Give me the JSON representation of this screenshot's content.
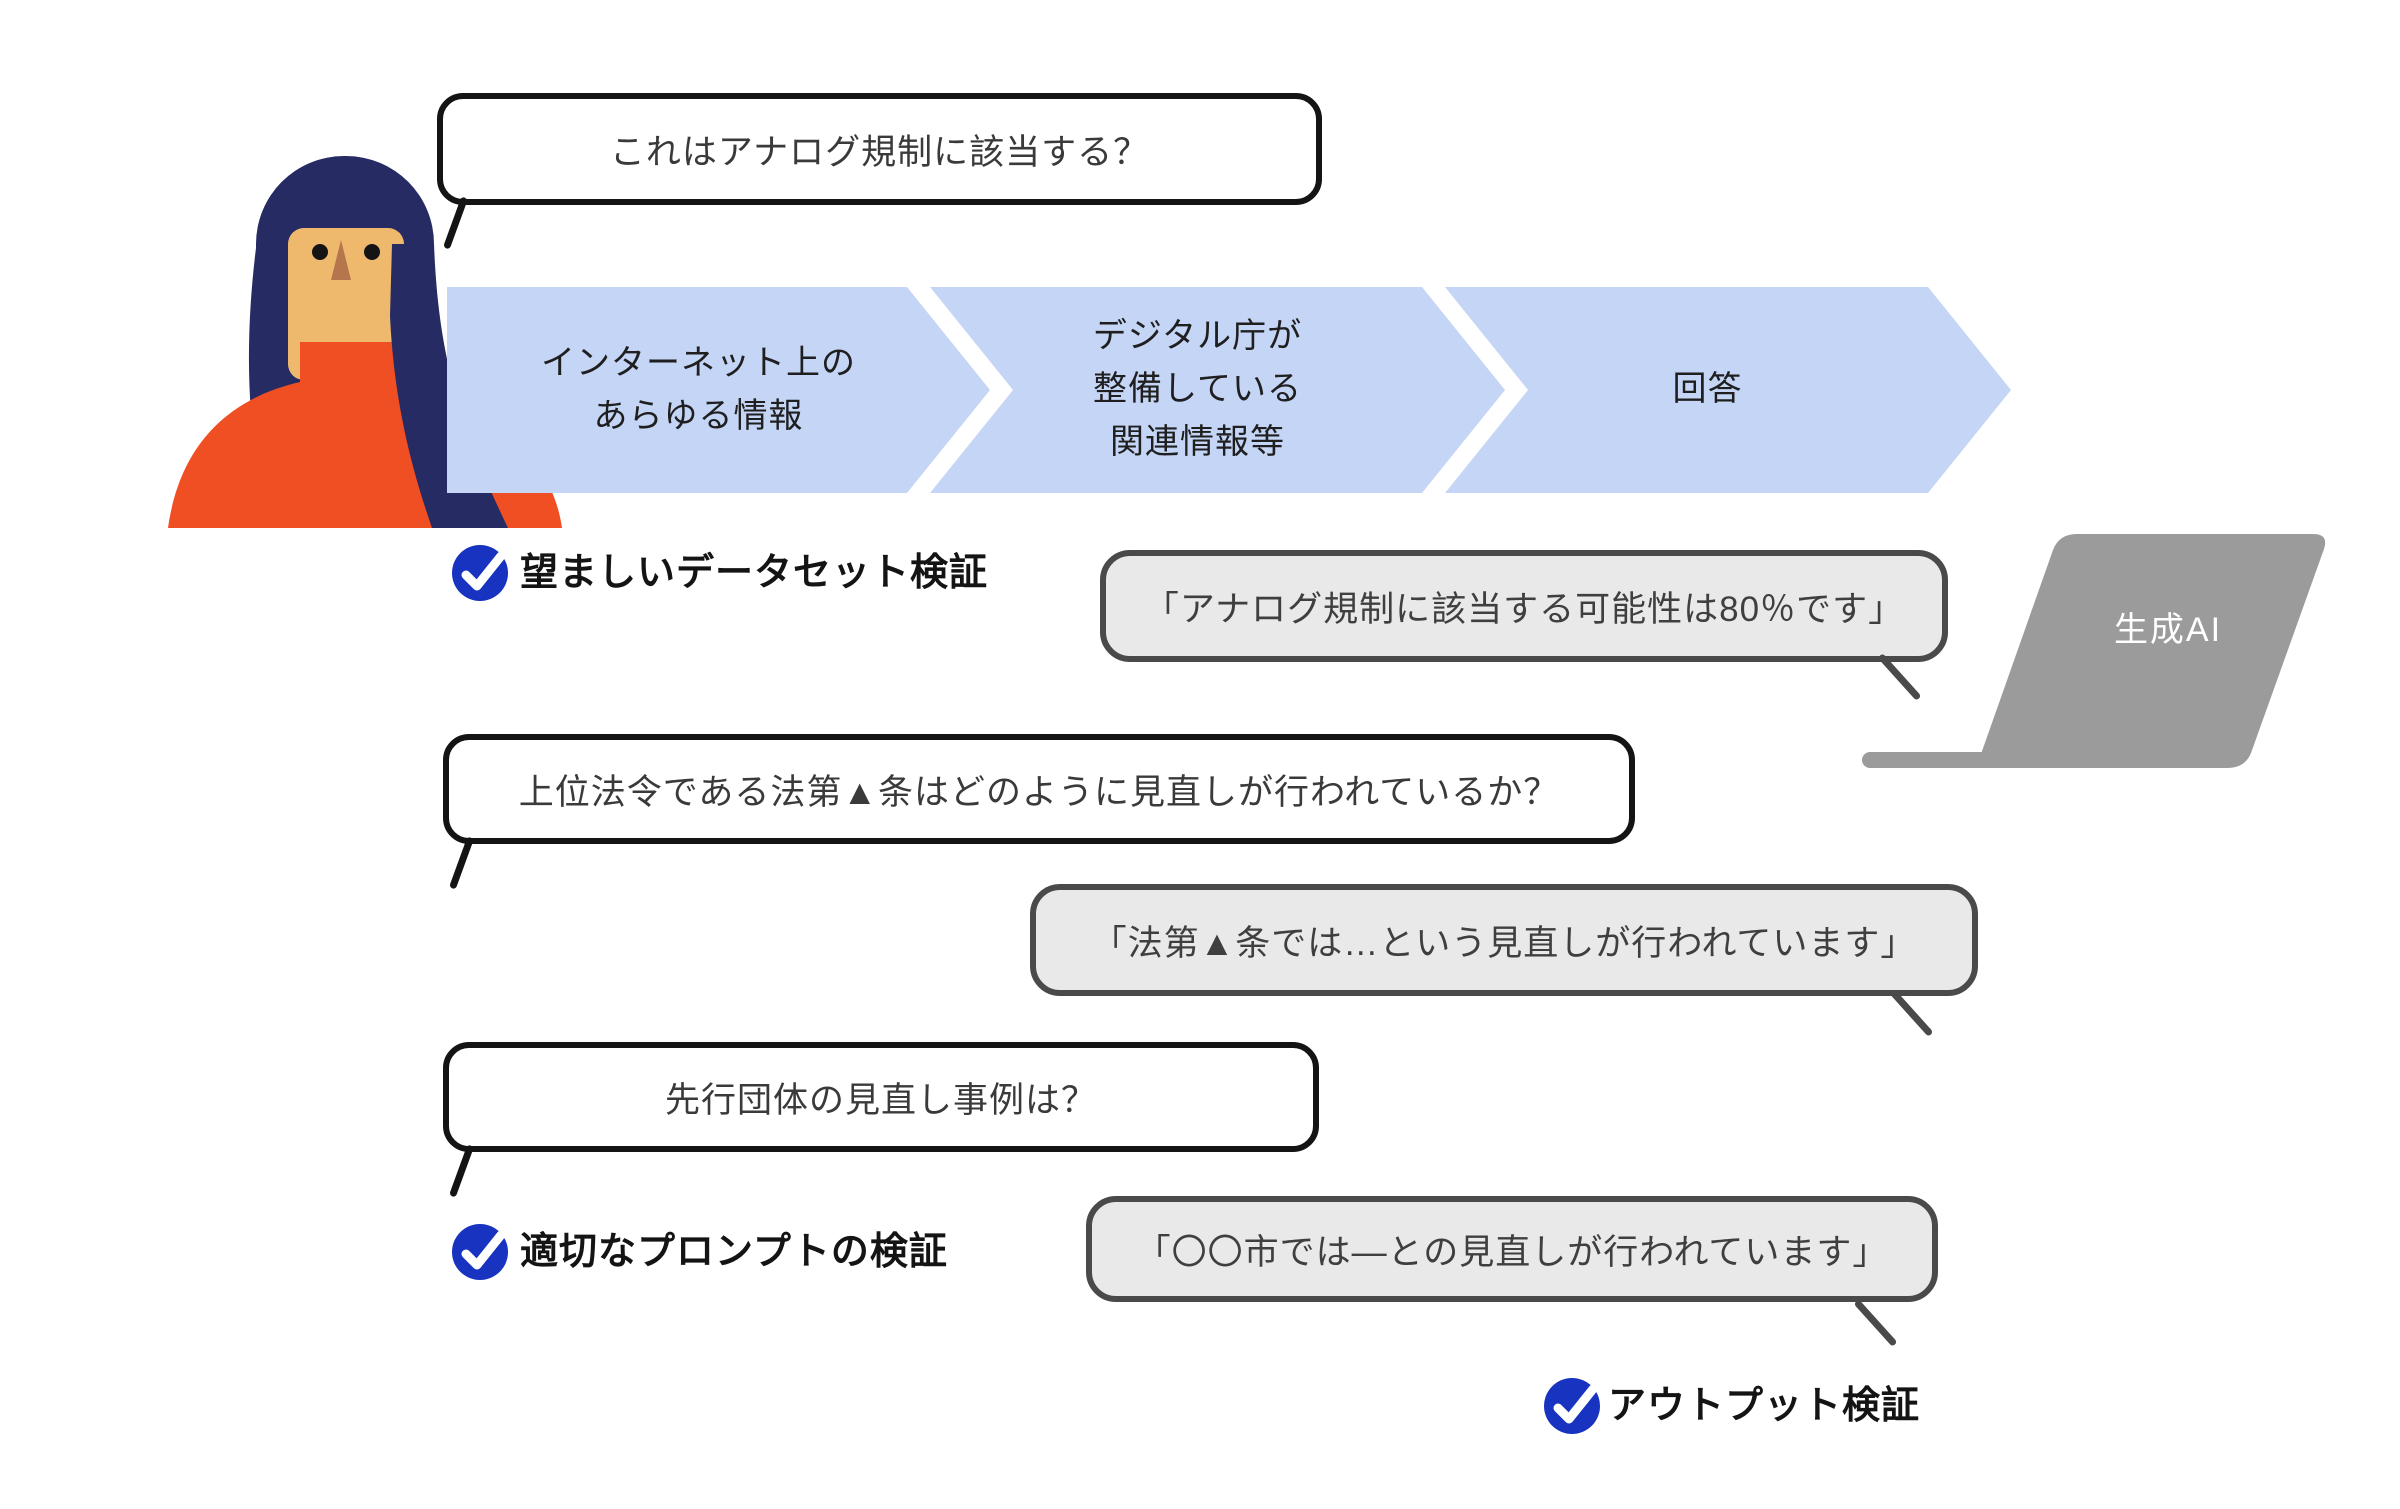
{
  "colors": {
    "accent_blue": "#1733c0",
    "chevron_blue": "#c5d5f6",
    "ai_bubble_fill": "#e9e9e9",
    "ai_bubble_border": "#4a4a4a",
    "user_bubble_border": "#141414",
    "laptop_gray": "#9b9b9b",
    "hair": "#262b63",
    "skin": "#eeb96d",
    "nose": "#b5764d",
    "shirt": "#f04f24"
  },
  "user_questions": [
    {
      "text": "これはアナログ規制に該当する？"
    },
    {
      "text": "上位法令である法第▲条はどのように見直しが行われているか？"
    },
    {
      "text": "先行団体の見直し事例は？"
    }
  ],
  "ai_answers": [
    {
      "text": "「アナログ規制に該当する可能性は80％です」"
    },
    {
      "text": "「法第▲条では…という見直しが行われています」"
    },
    {
      "text": "「〇〇市では—との見直しが行われています」"
    }
  ],
  "flow_steps": [
    {
      "lines": [
        "インターネット上の",
        "あらゆる情報"
      ]
    },
    {
      "lines": [
        "デジタル庁が",
        "整備している",
        "関連情報等"
      ]
    },
    {
      "lines": [
        "回答"
      ]
    }
  ],
  "verification_labels": {
    "dataset": "望ましいデータセット検証",
    "prompt": "適切なプロンプトの検証",
    "output": "アウトプット検証"
  },
  "ai_label": "生成AI",
  "icons": {
    "check": "✓"
  }
}
